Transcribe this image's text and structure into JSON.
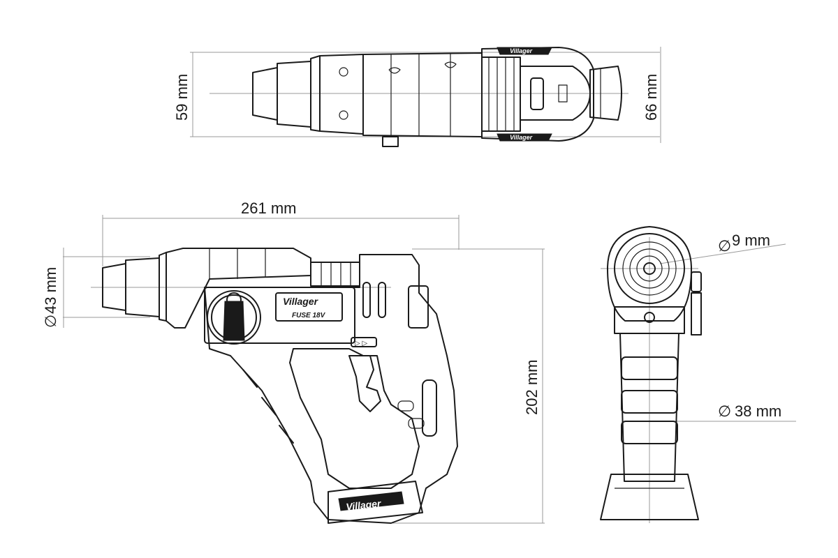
{
  "dimensions": {
    "top_length": "59 mm",
    "top_width": "66 mm",
    "overall_length": "261 mm",
    "chuck_diameter": "43 mm",
    "overall_height": "202 mm",
    "bit_diameter": "9 mm",
    "grip_diameter": "38 mm",
    "diameter_symbol": "∅"
  },
  "labels": {
    "brand": "Villager",
    "model": "FUSE 18V"
  }
}
